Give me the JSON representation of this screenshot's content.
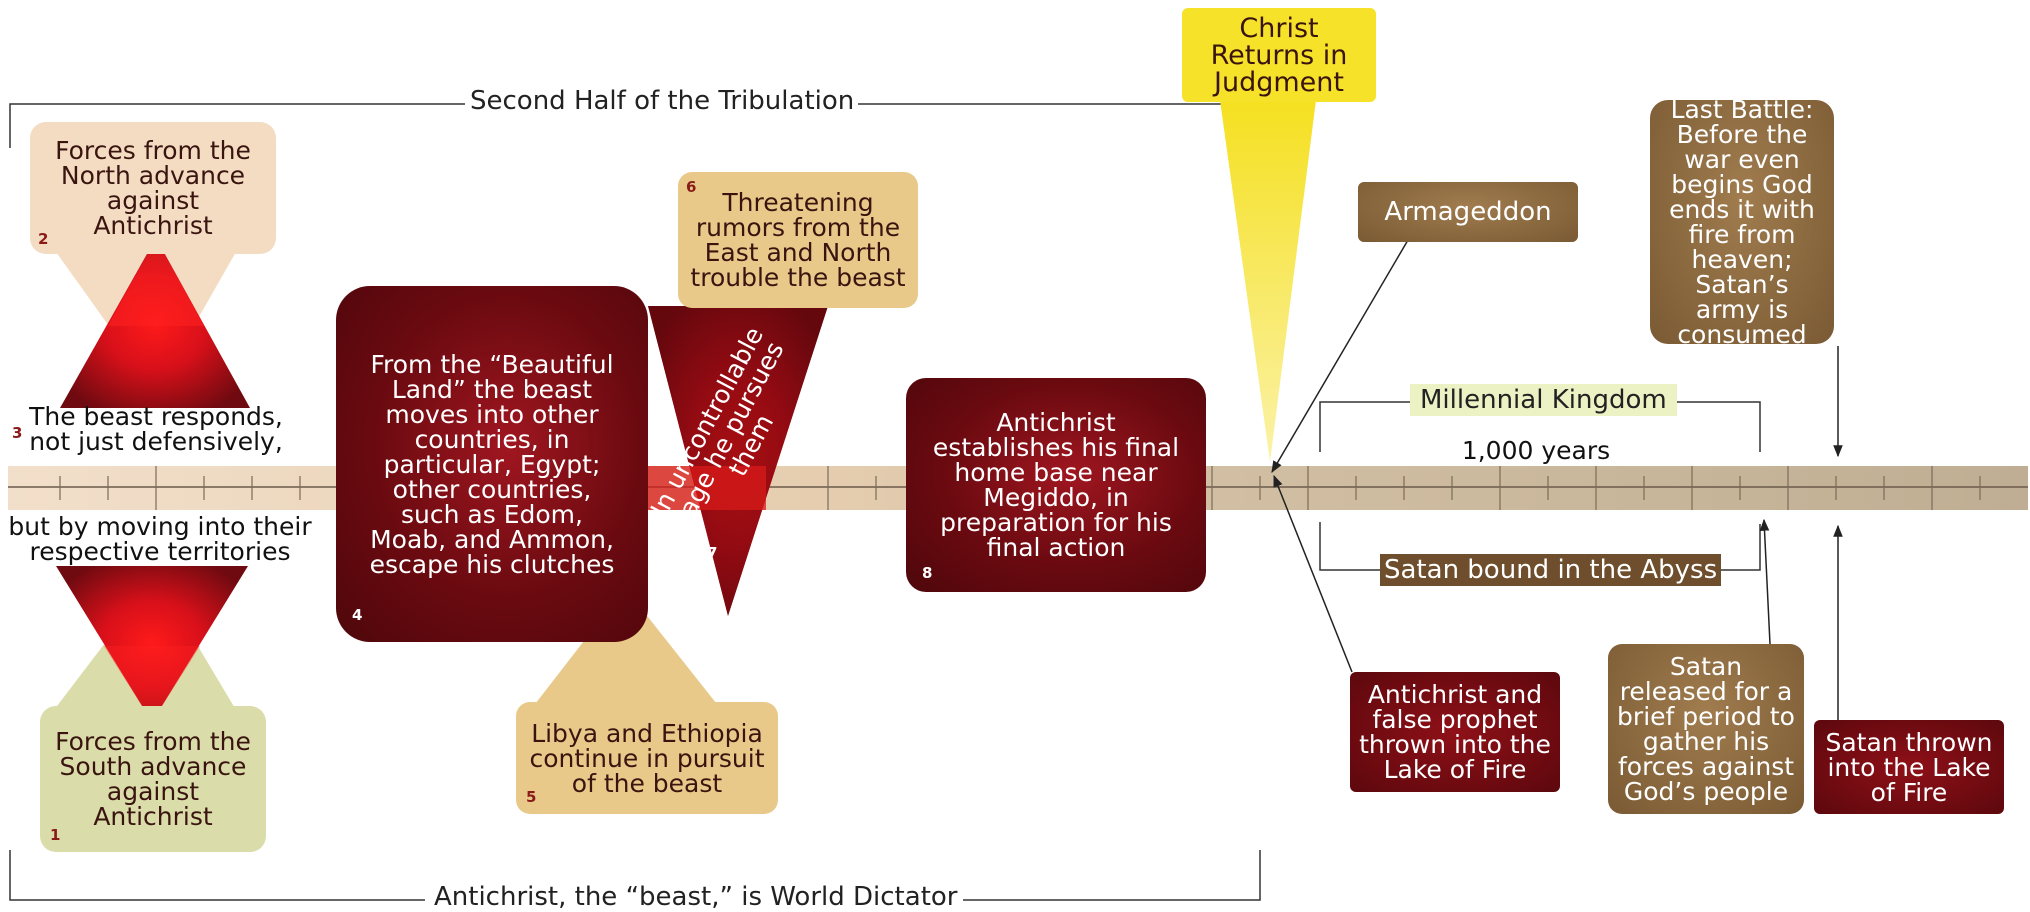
{
  "brackets": {
    "second_half": "Second Half of the Tribulation",
    "world_dictator": "Antichrist, the “beast,” is World Dictator"
  },
  "christ_returns": "Christ Returns in Judgment",
  "millennial_kingdom": "Millennial Kingdom",
  "thousand_years": "1,000 years",
  "satan_bound": "Satan bound in the Abyss",
  "armageddon": "Armageddon",
  "events": {
    "e1": {
      "number": "1",
      "text": "Forces from the South advance against Antichrist"
    },
    "e2": {
      "number": "2",
      "text": "Forces from the North advance against Antichrist"
    },
    "e3": {
      "number": "3",
      "text_top": "The beast responds, not just defensively,",
      "text_bottom": "but by moving into their respective territories"
    },
    "e4": {
      "number": "4",
      "text": "From the “Beautiful Land” the beast moves into other countries, in particular, Egypt; other countries, such as Edom, Moab, and Ammon, escape his clutches"
    },
    "e5": {
      "number": "5",
      "text": "Libya and Ethiopia continue in pursuit of the beast"
    },
    "e6": {
      "number": "6",
      "text": "Threatening rumors from the East and North trouble the beast"
    },
    "e7": {
      "number": "7",
      "text": "In uncontrollable rage he pursues them"
    },
    "e8": {
      "number": "8",
      "text": "Antichrist establishes his final home base near Megiddo, in preparation for his final action"
    }
  },
  "lake_antichrist": "Antichrist and false prophet thrown into the Lake of Fire",
  "satan_released": "Satan released for a brief period to gather his forces against God’s people",
  "satan_lake": "Satan thrown into the Lake of Fire",
  "last_battle": "Last Battle: Before the war even begins God ends it with fire from heaven; Satan’s army is consumed",
  "colors": {
    "dark_red": "#6a0a10",
    "bright_red": "#e8101a",
    "brown": "#7a5a34",
    "tan": "#e8c98a",
    "peach": "#f4dcc3",
    "sage": "#dadcaa",
    "gold": "#f7e22a",
    "timeline_left": "#ecd5bd",
    "timeline_right": "#c4b39a"
  }
}
